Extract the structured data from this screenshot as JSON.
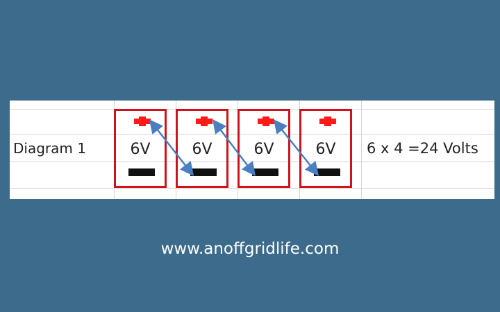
{
  "diagram": {
    "row_label": "Diagram 1",
    "batteries": [
      {
        "voltage": "6V"
      },
      {
        "voltage": "6V"
      },
      {
        "voltage": "6V"
      },
      {
        "voltage": "6V"
      }
    ],
    "total_label": "6 x 4 =24 Volts",
    "connection": "series",
    "colors": {
      "battery_border": "#d0121a",
      "positive_terminal": "#ff1a1a",
      "negative_terminal": "#111111",
      "wire": "#4a7fc1",
      "background": "#3d6b8c"
    }
  },
  "footer": {
    "website": "www.anoffgridlife.com"
  }
}
